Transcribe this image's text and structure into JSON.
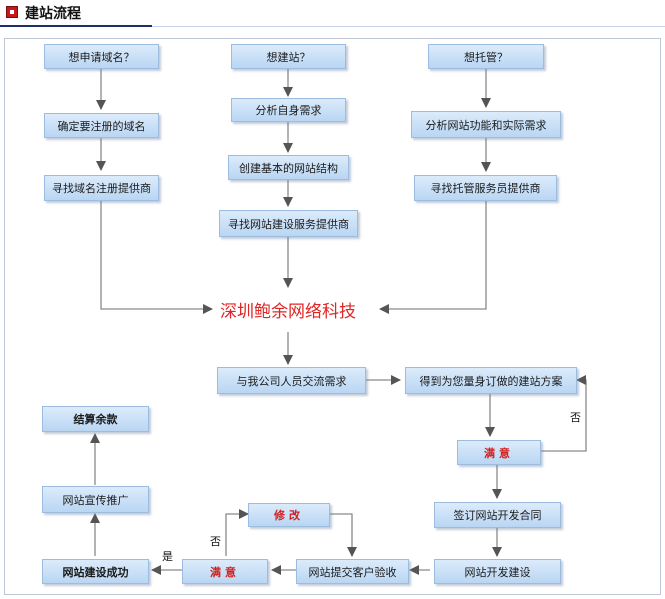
{
  "header": {
    "title": "建站流程"
  },
  "nodes": {
    "domain_q": "想申请域名？",
    "site_q": "想建站？",
    "host_q": "想托管？",
    "confirm_domain": "确定要注册的域名",
    "analyze_needs": "分析自身需求",
    "analyze_function": "分析网站功能和实际需求",
    "create_structure": "创建基本的网站结构",
    "find_registrar": "寻找域名注册提供商",
    "find_builder": "寻找网站建设服务提供商",
    "find_host": "寻找托管服务员提供商",
    "company": "深圳鲍余网络科技",
    "exchange": "与我公司人员交流需求",
    "plan": "得到为您量身订做的建站方案",
    "satisfied_1": "满意",
    "sign_contract": "签订网站开发合同",
    "develop": "网站开发建设",
    "submit": "网站提交客户验收",
    "satisfied_2": "满意",
    "modify": "修改",
    "success": "网站建设成功",
    "promote": "网站宣传推广",
    "settle": "结算余款"
  },
  "labels": {
    "no_1": "否",
    "no_2": "否",
    "yes": "是"
  }
}
